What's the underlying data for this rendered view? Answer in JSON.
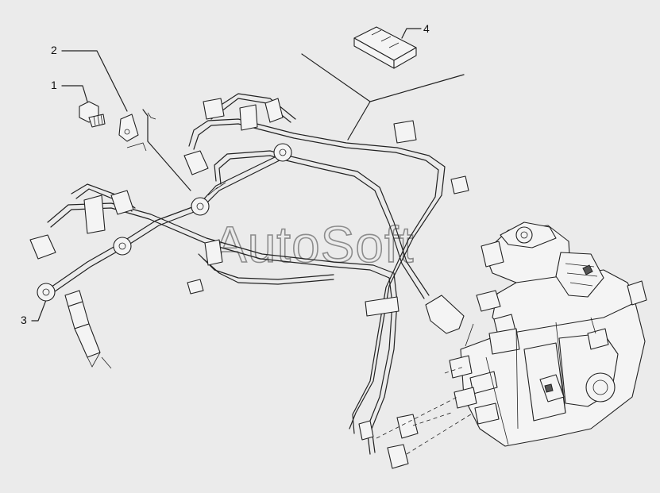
{
  "watermark": "AutoSoft",
  "callouts": [
    {
      "id": "1",
      "label": "1"
    },
    {
      "id": "2",
      "label": "2"
    },
    {
      "id": "3",
      "label": "3"
    },
    {
      "id": "4",
      "label": "4"
    }
  ],
  "colors": {
    "background": "#ebebeb",
    "line": "#222222",
    "watermark": "#8c8c8c"
  }
}
